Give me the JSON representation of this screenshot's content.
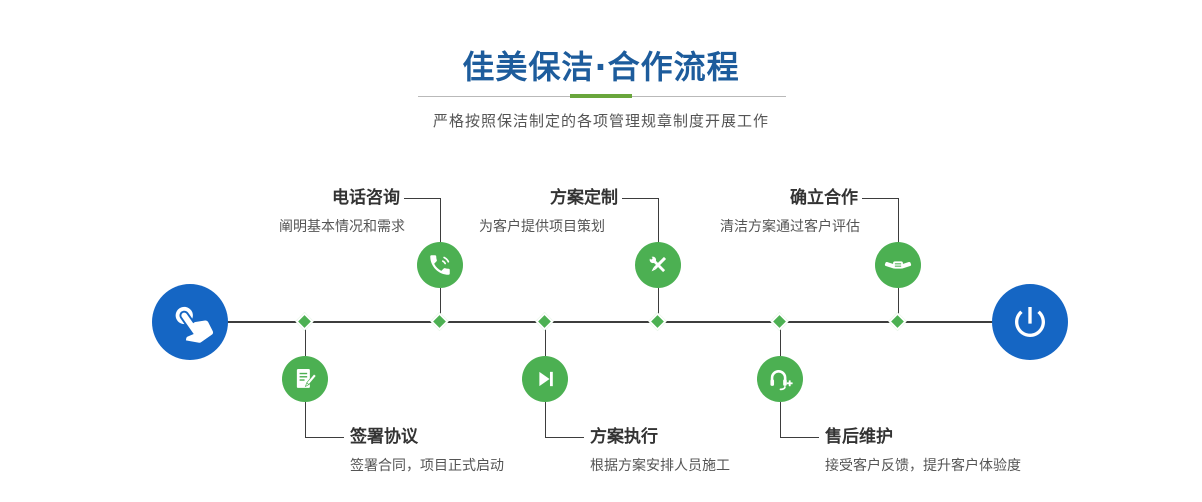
{
  "header": {
    "title": "佳美保洁·合作流程",
    "subtitle": "严格按照保洁制定的各项管理规章制度开展工作"
  },
  "timeline": {
    "start_icon": "pointer-hand-icon",
    "end_icon": "power-icon"
  },
  "steps_top": [
    {
      "title": "电话咨询",
      "desc": "阐明基本情况和需求",
      "icon": "phone-icon"
    },
    {
      "title": "方案定制",
      "desc": "为客户提供项目策划",
      "icon": "design-tools-icon"
    },
    {
      "title": "确立合作",
      "desc": "清洁方案通过客户评估",
      "icon": "handshake-icon"
    }
  ],
  "steps_bottom": [
    {
      "title": "签署协议",
      "desc": "签署合同，项目正式启动",
      "icon": "contract-sign-icon"
    },
    {
      "title": "方案执行",
      "desc": "根据方案安排人员施工",
      "icon": "execute-play-icon"
    },
    {
      "title": "售后维护",
      "desc": "接受客户反馈，提升客户体验度",
      "icon": "aftersales-headset-icon"
    }
  ],
  "colors": {
    "brand_blue": "#1d5c9c",
    "cap_blue": "#1566c4",
    "node_green": "#4cb052",
    "line_dark": "#3d3d3d",
    "underline_green": "#69a63c",
    "underline_gray": "#b9b9b9",
    "title_text": "#333333",
    "desc_text": "#555555"
  }
}
